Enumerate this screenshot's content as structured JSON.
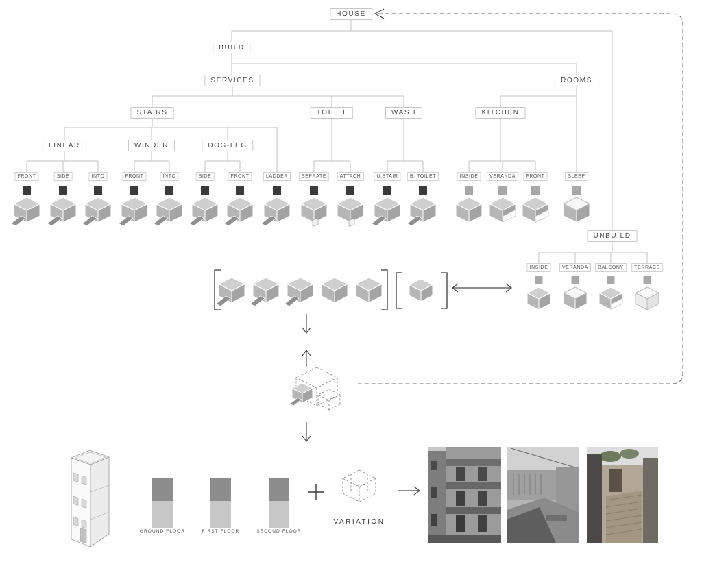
{
  "nodes": {
    "house": "HOUSE",
    "build": "BUILD",
    "services": "SERVICES",
    "rooms": "ROOMS",
    "stairs": "STAIRS",
    "toilet": "TOILET",
    "wash": "WASH",
    "kitchen": "KITCHEN",
    "linear": "LINEAR",
    "winder": "WINDER",
    "dogleg": "DOG-LEG",
    "unbuild": "UNBUILD"
  },
  "leaves": [
    {
      "label": "FRONT",
      "marker": "dark",
      "cube": "stair"
    },
    {
      "label": "SIDE",
      "marker": "dark",
      "cube": "stair"
    },
    {
      "label": "INTO",
      "marker": "dark",
      "cube": "stair"
    },
    {
      "label": "FRONT",
      "marker": "dark",
      "cube": "stair"
    },
    {
      "label": "INTO",
      "marker": "dark",
      "cube": "stair"
    },
    {
      "label": "SIDE",
      "marker": "dark",
      "cube": "stair"
    },
    {
      "label": "FRONT",
      "marker": "dark",
      "cube": "stair"
    },
    {
      "label": "LADDER",
      "marker": "dark",
      "cube": "stair"
    },
    {
      "label": "SEPRATE",
      "marker": "dark",
      "cube": "stub"
    },
    {
      "label": "ATTACH",
      "marker": "dark",
      "cube": "stub"
    },
    {
      "label": "U.STAIR",
      "marker": "dark",
      "cube": "stair"
    },
    {
      "label": "B. TOILET",
      "marker": "dark",
      "cube": "stair"
    },
    {
      "label": "INSIDE",
      "marker": "light",
      "cube": "plain"
    },
    {
      "label": "VERANDA",
      "marker": "light",
      "cube": "notch"
    },
    {
      "label": "FRONT",
      "marker": "light",
      "cube": "notch"
    },
    {
      "label": "SLEEP",
      "marker": "light",
      "cube": "open"
    }
  ],
  "unbuild_leaves": [
    {
      "label": "INSIDE",
      "marker": "light",
      "cube": "plain"
    },
    {
      "label": "VERANDA",
      "marker": "light",
      "cube": "open"
    },
    {
      "label": "BALCONY",
      "marker": "light",
      "cube": "notch"
    },
    {
      "label": "TERRACE",
      "marker": "light",
      "cube": "white"
    }
  ],
  "abstraction": {
    "bracket_cubes": [
      "stair",
      "stair",
      "stair",
      "plain",
      "plain"
    ],
    "single_cube": "plain"
  },
  "legend": {
    "ground_floor": "GROUND FLOOR",
    "first_floor": "FIRST FLOOR",
    "second_floor": "SECOND FLOOR",
    "variation": "VARIATION"
  },
  "colors": {
    "line": "#c2c2c2",
    "dashed_loop": "#6e6e6e",
    "arrow": "#4a4a4a",
    "marker_dark": "#3a3a3a",
    "marker_light": "#a8a8a8",
    "cube_top": "#cfcfcf",
    "cube_left": "#b6b6b6",
    "cube_right": "#a4a4a4",
    "bar_top": "#8d8d8d",
    "bar_bottom": "#c7c7c7"
  }
}
